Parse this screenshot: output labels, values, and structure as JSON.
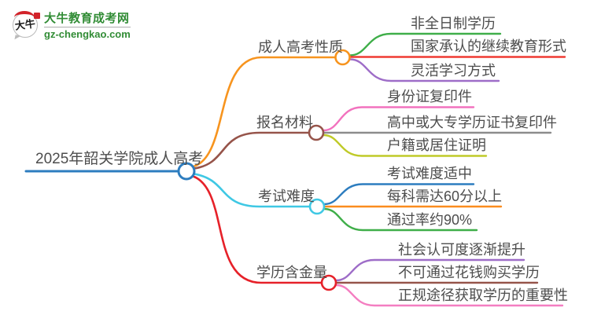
{
  "logo": {
    "badge_text": "大牛",
    "site_name": "大牛教育成考网",
    "site_url": "gz-chengkao.com",
    "brand_green": "#318c35",
    "seal_red": "#d2232a"
  },
  "mindmap": {
    "root": {
      "label": "2025年韶关学院成人高考",
      "color": "#2d7dbf"
    },
    "branches": [
      {
        "label": "成人高考性质",
        "color": "#f7941e",
        "children": [
          {
            "label": "非全日制学历",
            "color": "#3fae49"
          },
          {
            "label": "国家承认的继续教育形式",
            "color": "#ef3b33"
          },
          {
            "label": "灵活学习方式",
            "color": "#9e6dc8"
          }
        ]
      },
      {
        "label": "报名材料",
        "color": "#96544a",
        "children": [
          {
            "label": "身份证复印件",
            "color": "#f272be"
          },
          {
            "label": "高中或大专学历证书复印件",
            "color": "#8c8c8c"
          },
          {
            "label": "户籍或居住证明",
            "color": "#bfca28"
          }
        ]
      },
      {
        "label": "考试难度",
        "color": "#3fc8e4",
        "children": [
          {
            "label": "考试难度适中",
            "color": "#2d7dbf"
          },
          {
            "label": "每科需达60分以上",
            "color": "#fb8c1e"
          },
          {
            "label": "通过率约90%",
            "color": "#3fae49"
          }
        ]
      },
      {
        "label": "学历含金量",
        "color": "#e62129",
        "children": [
          {
            "label": "社会认可度逐渐提升",
            "color": "#9e6dc8"
          },
          {
            "label": "不可通过花钱购买学历",
            "color": "#96544a"
          },
          {
            "label": "正规途径获取学历的重要性",
            "color": "#f47ec1"
          }
        ]
      }
    ]
  }
}
